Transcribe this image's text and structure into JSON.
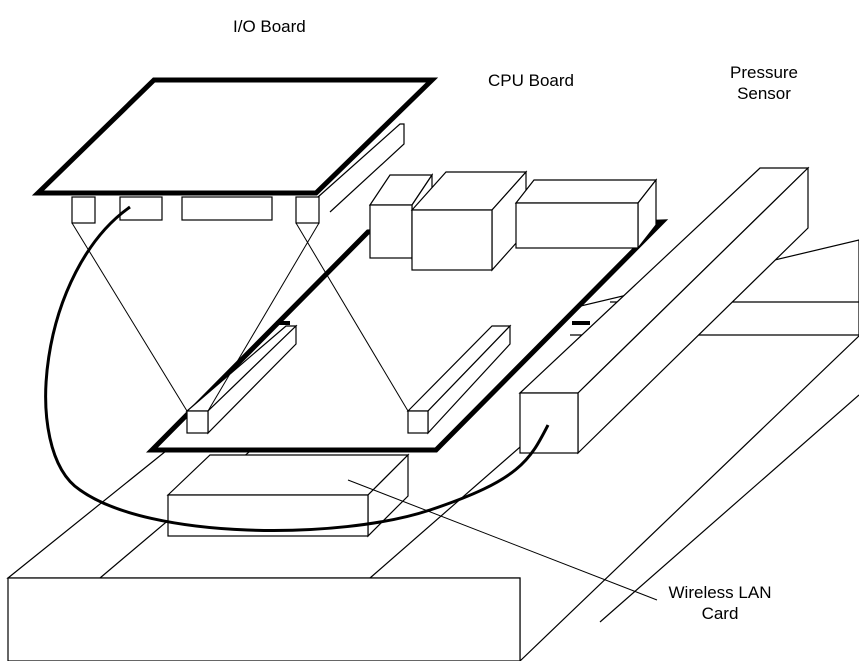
{
  "labels": {
    "io_board": "I/O Board",
    "cpu_board": "CPU Board",
    "pressure_sensor_line1": "Pressure",
    "pressure_sensor_line2": "Sensor",
    "wireless_lan_line1": "Wireless LAN",
    "wireless_lan_line2": "Card"
  },
  "colors": {
    "stroke": "#000000",
    "background": "#ffffff"
  }
}
